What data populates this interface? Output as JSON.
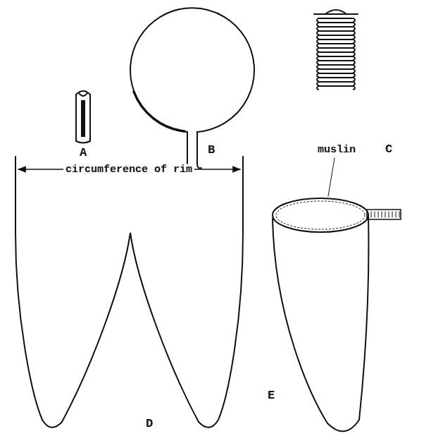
{
  "diagram": {
    "labels": [
      "A",
      "B",
      "C",
      "circumference of rim",
      "muslin",
      "D",
      "E"
    ]
  }
}
